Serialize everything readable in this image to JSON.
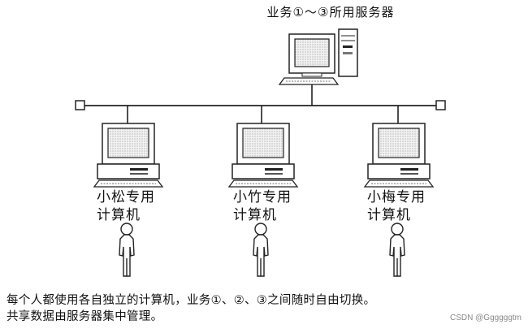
{
  "server": {
    "title": "业务①～③所用服务器"
  },
  "computers": [
    {
      "name": "小松专用",
      "sub": "计算机"
    },
    {
      "name": "小竹专用",
      "sub": "计算机"
    },
    {
      "name": "小梅专用",
      "sub": "计算机"
    }
  ],
  "caption": {
    "line1": "每个人都使用各自独立的计算机，业务①、②、③之间随时自由切换。",
    "line2": "共享数据由服务器集中管理。"
  },
  "watermark": "CSDN @Ggggggtm"
}
